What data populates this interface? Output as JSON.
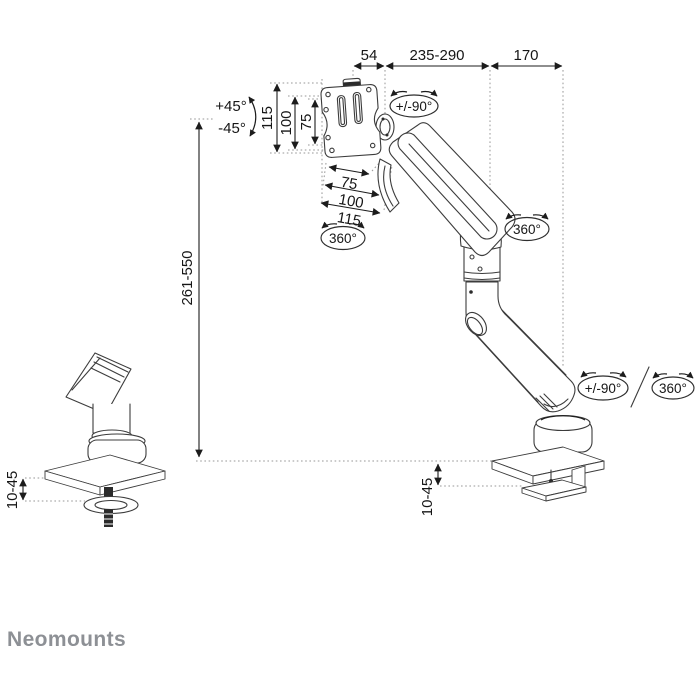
{
  "brand": "Neomounts",
  "colors": {
    "background": "#ffffff",
    "line": "#3c3c3c",
    "dimension": "#1c1c1c",
    "dotted_reference": "#979797",
    "brand_gray": "#8d9095"
  },
  "dimensions": {
    "top_offset": "54",
    "arm_reach": "235-290",
    "base_depth": "170",
    "vesa_height_115": "115",
    "vesa_height_100": "100",
    "vesa_height_75": "75",
    "vesa_width_75": "75",
    "vesa_width_100": "100",
    "vesa_width_115": "115",
    "height_range": "261-550",
    "grommet_thickness": "10-45",
    "clamp_thickness": "10-45"
  },
  "rotations": {
    "tilt_up": "+45°",
    "tilt_down": "-45°",
    "plate_swivel": "+/-90°",
    "plate_rotation": "360°",
    "arm_rotation": "360°",
    "base_swivel": "+/-90°",
    "base_rotation": "360°"
  }
}
